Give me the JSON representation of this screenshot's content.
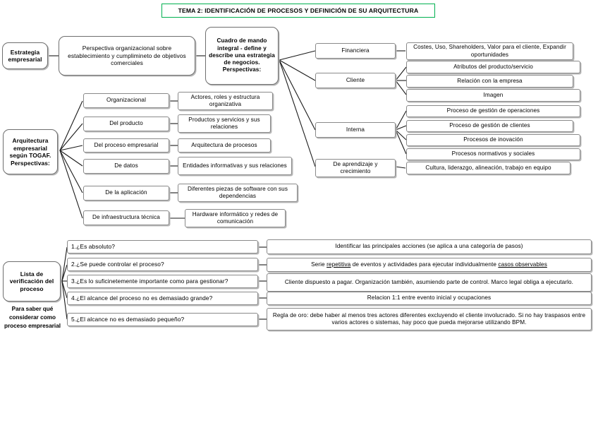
{
  "title": {
    "text": "TEMA 2:  IDENTIFICACIÓN DE PROCESOS Y DEFINICIÓN DE SU ARQUITECTURA",
    "border_color": "#00b050"
  },
  "strategy_branch": {
    "root": "Estrategia empresarial",
    "perspective": "Perspectiva organizacional sobre establecimiento y cumplimineto de objetivos comerciales",
    "scorecard": "Cuadro de mando integral - define y describe una estrategia de negocios. Perspectivas:",
    "perspectives": [
      {
        "label": "Financiera",
        "details": [
          "Costes, Uso, Shareholders, Valor para el cliente, Expandir oportunidades"
        ]
      },
      {
        "label": "Cliente",
        "details": [
          "Atributos del producto/servicio",
          "Relación con la empresa",
          "Imagen"
        ]
      },
      {
        "label": "Interna",
        "details": [
          "Proceso de gestión de operaciones",
          "Proceso de gestión de clientes",
          "Procesos de inovación",
          "Procesos normativos y sociales"
        ]
      },
      {
        "label": "De aprendizaje y crecimiento",
        "details": [
          "Cultura, liderazgo, alineación, trabajo en equipo"
        ]
      }
    ]
  },
  "architecture_branch": {
    "root": "Arquitectura empresarial según TOGAF. Perspectivas:",
    "items": [
      {
        "label": "Organizacional",
        "detail": "Actores, roles y estructura organizativa"
      },
      {
        "label": "Del producto",
        "detail": "Productos y servicios y sus relaciones"
      },
      {
        "label": "Del proceso empresarial",
        "detail": "Arquitectura de procesos"
      },
      {
        "label": "De datos",
        "detail": "Entidades informativas y sus relaciones"
      },
      {
        "label": "De la aplicación",
        "detail": "Diferentes piezas de software con sus dependencias"
      },
      {
        "label": "De infraestructura técnica",
        "detail": "Hardware informático y redes de comunicación"
      }
    ]
  },
  "checklist_branch": {
    "root": "Lista de verificación del proceso",
    "caption": "Para saber qué considerar como proceso empresarial",
    "items": [
      {
        "question": "1.¿Es absoluto?",
        "answer": "Identificar las principales acciones (se aplica a una categoría de pasos)"
      },
      {
        "question": "2.¿Se puede controlar el proceso?",
        "answer_pre": "Serie ",
        "answer_u1": "repetitiva",
        "answer_mid": " de eventos y actividades para ejecutar individualmente ",
        "answer_u2": "casos observables"
      },
      {
        "question": "3.¿Es lo suficinetemente importante como para gestionar?",
        "answer": "Cliente dispuesto a pagar. Organización también, asumiendo parte de control. Marco legal obliga a ejecutarlo."
      },
      {
        "question": "4.¿El alcance del proceso no es demasiado grande?",
        "answer": "Relacion 1:1 entre evento inicial y ocupaciones"
      },
      {
        "question": "5.¿El alcance no es demasiado pequeño?",
        "answer": "Regla de oro: debe haber al menos tres actores diferentes excluyendo el cliente involucrado. Si no hay traspasos entre varios actores o sistemas, hay poco que pueda mejorarse utilizando BPM."
      }
    ]
  }
}
